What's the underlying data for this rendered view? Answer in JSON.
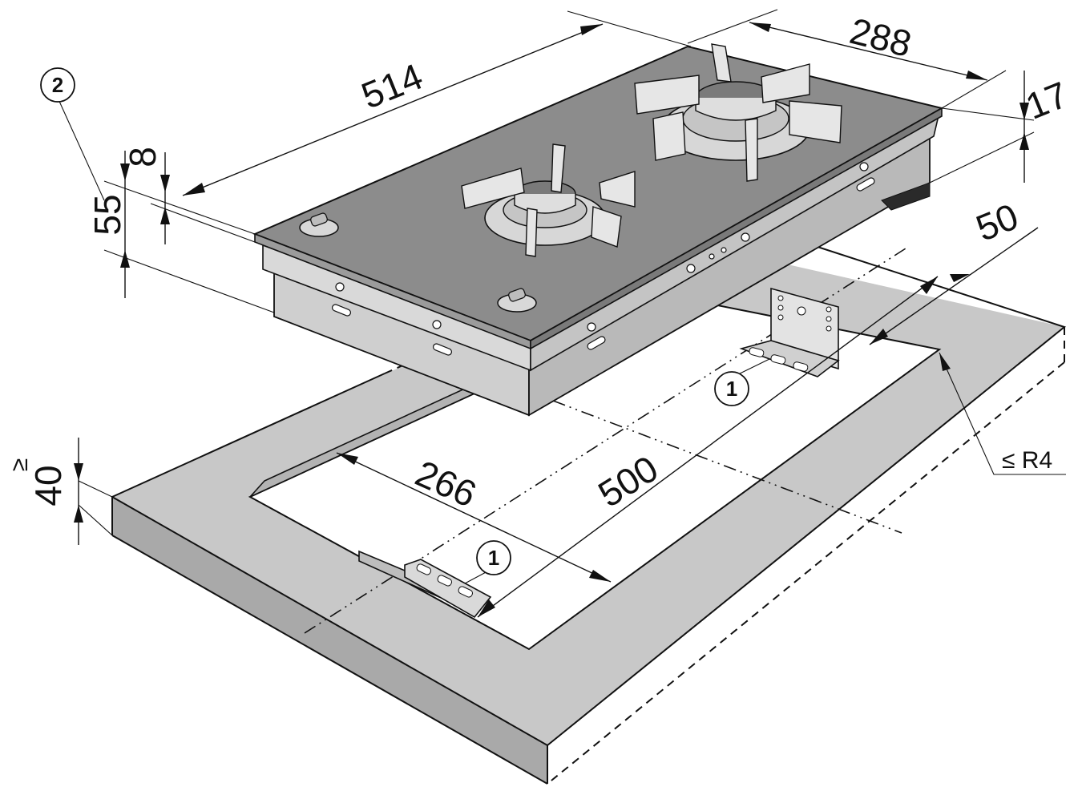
{
  "dimensions": {
    "length_top": "514",
    "depth_top": "288",
    "glass_thickness": "8",
    "overall_height": "55",
    "rim_height": "17",
    "edge_margin": "50",
    "cutout_width": "266",
    "cutout_length": "500",
    "min_worktop_thickness": "40",
    "min_symbol": "≥",
    "corner_radius": "≤ R4"
  },
  "callouts": {
    "bracket_front": "1",
    "bracket_rear": "1",
    "glass_edge": "2"
  },
  "colors": {
    "worktop": "#c8c8c8",
    "worktop_edge": "#a9a9a9",
    "hob_glass": "#8c8c8c",
    "hob_body": "#cfcfcf",
    "burner": "#d7d7d7"
  }
}
